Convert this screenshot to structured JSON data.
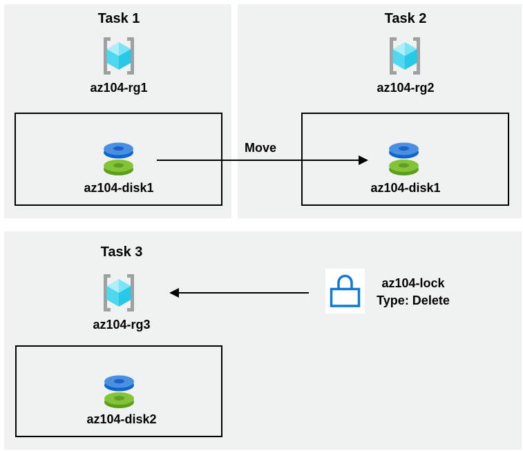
{
  "diagram": {
    "tasks": [
      {
        "title": "Task 1",
        "resource_group": "az104-rg1",
        "resource": "az104-disk1"
      },
      {
        "title": "Task 2",
        "resource_group": "az104-rg2",
        "resource": "az104-disk1"
      },
      {
        "title": "Task 3",
        "resource_group": "az104-rg3",
        "resource": "az104-disk2"
      }
    ],
    "move_arrow": {
      "label": "Move"
    },
    "lock": {
      "name": "az104-lock",
      "type": "Type: Delete"
    },
    "colors": {
      "panel_bg": "#f0f1f1",
      "box_border": "#000000",
      "arrow": "#000000",
      "bracket_gray": "#9ea0a2",
      "cube_cyan_lightest": "#aeeef9",
      "cube_cyan_light": "#7ce4f4",
      "cube_cyan_mid": "#50d8ee",
      "cube_cyan_dark": "#28c9e6",
      "disk_blue_top": "#4a8fe2",
      "disk_blue_side": "#0d66cc",
      "disk_blue_hole": "#1b62c4",
      "disk_green_top": "#84c336",
      "disk_green_side": "#5d9d1d",
      "disk_green_hole": "#5f9e26",
      "lock_blue": "#0e79d6"
    }
  }
}
